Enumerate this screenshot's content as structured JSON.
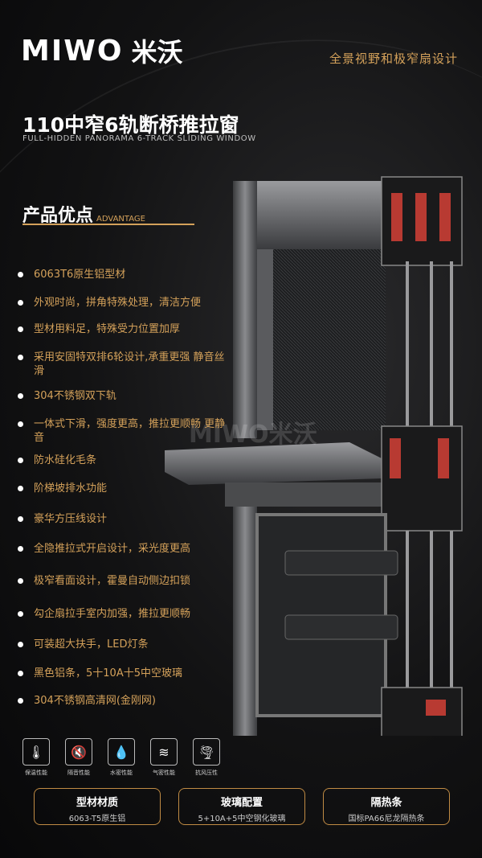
{
  "brand": {
    "logo_text": "MIWO",
    "logo_cn": "米沃",
    "slogan": "全景视野和极窄扇设计"
  },
  "title": "110中窄6轨断桥推拉窗",
  "subtitle": "FULL-HIDDEN PANORAMA 6-TRACK SLIDING WINDOW",
  "advantage": {
    "zh": "产品优点",
    "en": "ADVANTAGE"
  },
  "features": [
    "6063T6原生铝型材",
    "外观时尚，拼角特殊处理，清洁方便",
    "型材用料足，特殊受力位置加厚",
    "采用安固特双排6轮设计,承重更强 静音丝滑",
    "304不锈钢双下轨",
    "一体式下滑，强度更高，推拉更顺畅 更静音",
    "防水硅化毛条",
    "阶梯坡排水功能",
    "豪华方压线设计",
    "全隐推拉式开启设计，采光度更高",
    "极窄看面设计，霍曼自动侧边扣锁",
    "勾企扇拉手室内加强，推拉更顺畅",
    "可装超大扶手，LED灯条",
    "黑色铝条，5十10A十5中空玻璃",
    "304不锈钢高清网(金刚网)"
  ],
  "perf_icons": [
    {
      "label": "保温性能",
      "icon": "thermometer-icon"
    },
    {
      "label": "隔音性能",
      "icon": "mute-icon"
    },
    {
      "label": "水密性能",
      "icon": "water-drop-icon"
    },
    {
      "label": "气密性能",
      "icon": "wind-icon"
    },
    {
      "label": "抗风压性",
      "icon": "tornado-icon"
    }
  ],
  "cards": [
    {
      "title": "型材材质",
      "value": "6063-T5原生铝"
    },
    {
      "title": "玻璃配置",
      "value": "5+10A+5中空钢化玻璃"
    },
    {
      "title": "隔热条",
      "value": "国标PA66尼龙隔热条"
    }
  ],
  "watermark": "MIWO米沃",
  "colors": {
    "accent": "#d4a15a",
    "background": "#0b0b0c"
  }
}
